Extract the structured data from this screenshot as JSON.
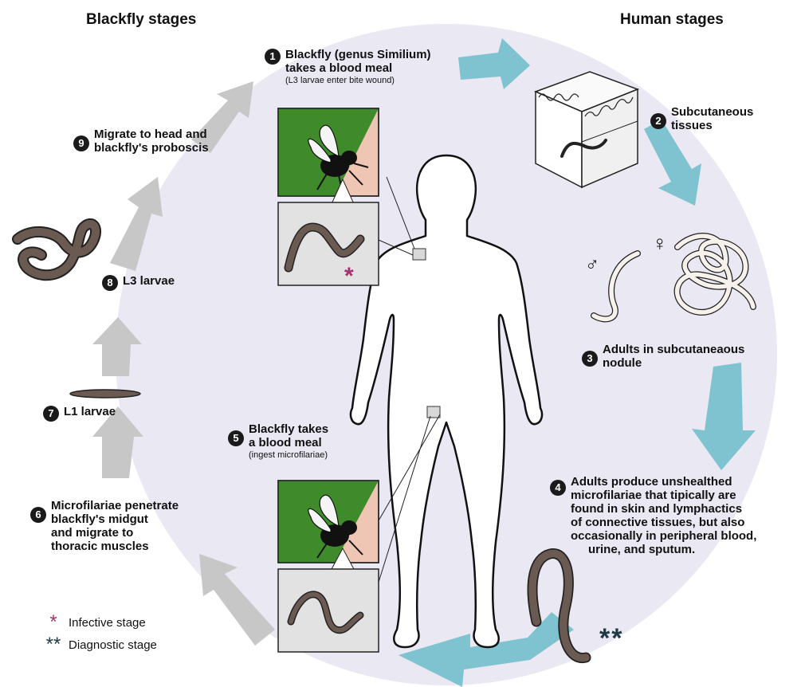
{
  "headers": {
    "left": "Blackfly stages",
    "right": "Human stages"
  },
  "steps": [
    {
      "num": "1",
      "lines": [
        "Blackfly (genus Similium)",
        "takes a blood meal"
      ],
      "sub": "(L3 larvae enter bite wound)"
    },
    {
      "num": "2",
      "lines": [
        "Subcutaneous",
        "tissues"
      ]
    },
    {
      "num": "3",
      "lines": [
        "Adults in subcutaneaous",
        "nodule"
      ]
    },
    {
      "num": "4",
      "lines": [
        "Adults produce unshealthed",
        "microfilariae that tipically are",
        "found in skin and lymphactics",
        "of connective tissues, but also",
        "occasionally in peripheral blood,",
        "urine, and sputum."
      ]
    },
    {
      "num": "5",
      "lines": [
        "Blackfly takes",
        "a blood meal"
      ],
      "sub": "(ingest microfilariae)"
    },
    {
      "num": "6",
      "lines": [
        "Microfilariae penetrate",
        "blackfly's midgut",
        "and migrate to",
        "thoracic muscles"
      ]
    },
    {
      "num": "7",
      "lines": [
        "L1 larvae"
      ]
    },
    {
      "num": "8",
      "lines": [
        "L3 larvae"
      ]
    },
    {
      "num": "9",
      "lines": [
        "Migrate to head and",
        "blackfly's proboscis"
      ]
    }
  ],
  "symbols": {
    "male": "♂",
    "female": "♀",
    "infective_star": "*",
    "diagnostic_stars": "**"
  },
  "legend": [
    {
      "symbol": "*",
      "label": "Infective stage",
      "color": "#a3326e"
    },
    {
      "symbol": "**",
      "label": "Diagnostic stage",
      "color": "#1f3a44"
    }
  ],
  "colors": {
    "circle_bg": "#e9e8f3",
    "arrow_human": "#7ec3cf",
    "arrow_blackfly": "#c7c7c7",
    "fly_bg_green": "#3f8a2a",
    "fly_bg_skin": "#efc6b3",
    "worm": "#6b5a52",
    "infective": "#a3326e",
    "diagnostic": "#1f3a44"
  }
}
